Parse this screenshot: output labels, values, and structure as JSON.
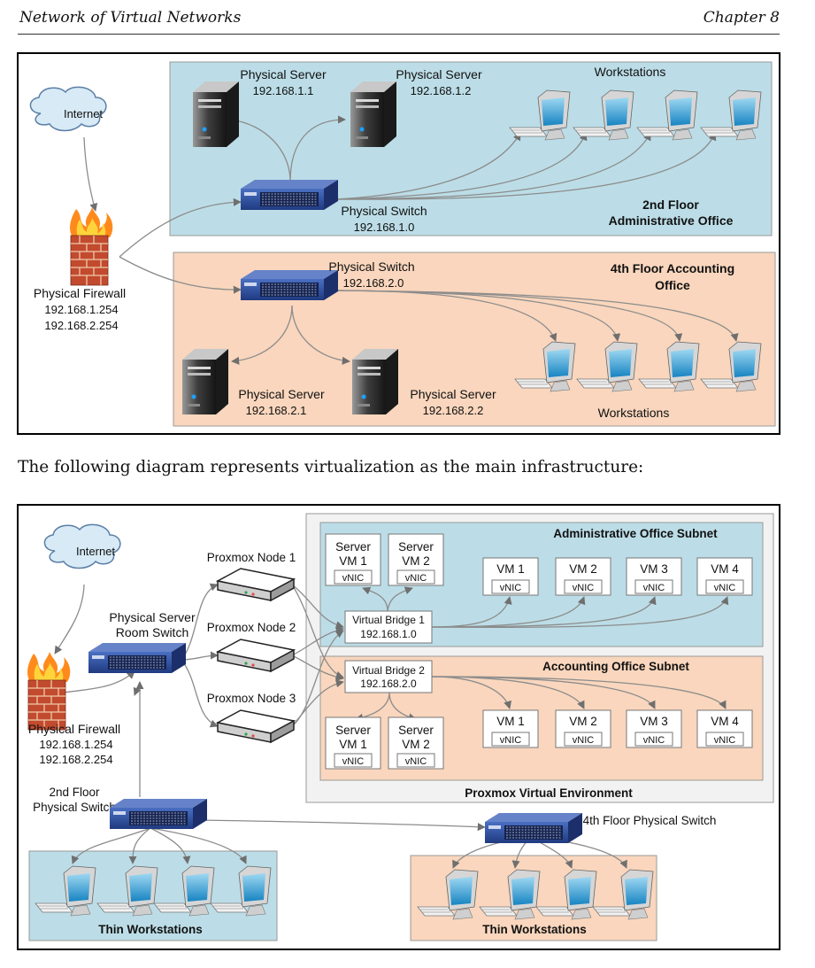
{
  "header": {
    "left": "Network of Virtual Networks",
    "right": "Chapter 8"
  },
  "text_between": "The following diagram represents virtualization as the main infrastructure:",
  "colors": {
    "blue_zone": "#bcdde7",
    "orange_zone": "#f9d6bd",
    "gray_zone": "#f2f2f2",
    "connector": "#8c8c8c",
    "switch": "#3250a0"
  },
  "diagram1": {
    "internet": "Internet",
    "firewall": [
      "Physical Firewall",
      "192.168.1.254",
      "192.168.2.254"
    ],
    "admin": {
      "title": [
        "2nd Floor",
        "Administrative Office"
      ],
      "server1": [
        "Physical Server",
        "192.168.1.1"
      ],
      "server2": [
        "Physical Server",
        "192.168.1.2"
      ],
      "workstations": "Workstations",
      "switch": [
        "Physical Switch",
        "192.168.1.0"
      ]
    },
    "accounting": {
      "title": [
        "4th Floor Accounting",
        "Office"
      ],
      "switch": [
        "Physical Switch",
        "192.168.2.0"
      ],
      "server1": [
        "Physical Server",
        "192.168.2.1"
      ],
      "server2": [
        "Physical Server",
        "192.168.2.2"
      ],
      "workstations": "Workstations"
    }
  },
  "diagram2": {
    "internet": "Internet",
    "firewall": [
      "Physical Firewall",
      "192.168.1.254",
      "192.168.2.254"
    ],
    "server_room_switch": [
      "Physical Server",
      "Room Switch"
    ],
    "nodes": [
      "Proxmox Node 1",
      "Proxmox Node 2",
      "Proxmox Node 3"
    ],
    "pve_label": "Proxmox Virtual Environment",
    "admin_subnet": {
      "title": "Administrative Office Subnet",
      "servers": [
        [
          "Server",
          "VM 1"
        ],
        [
          "Server",
          "VM 2"
        ]
      ],
      "bridge": [
        "Virtual Bridge 1",
        "192.168.1.0"
      ],
      "vms": [
        "VM 1",
        "VM 2",
        "VM 3",
        "VM 4"
      ]
    },
    "acct_subnet": {
      "title": "Accounting Office Subnet",
      "bridge": [
        "Virtual Bridge 2",
        "192.168.2.0"
      ],
      "servers": [
        [
          "Server",
          "VM 1"
        ],
        [
          "Server",
          "VM 2"
        ]
      ],
      "vms": [
        "VM 1",
        "VM 2",
        "VM 3",
        "VM 4"
      ]
    },
    "vnic": "vNIC",
    "floor2_switch": [
      "2nd Floor",
      "Physical Switch"
    ],
    "floor4_switch": "4th Floor Physical Switch",
    "thin_workstations": "Thin Workstations"
  }
}
